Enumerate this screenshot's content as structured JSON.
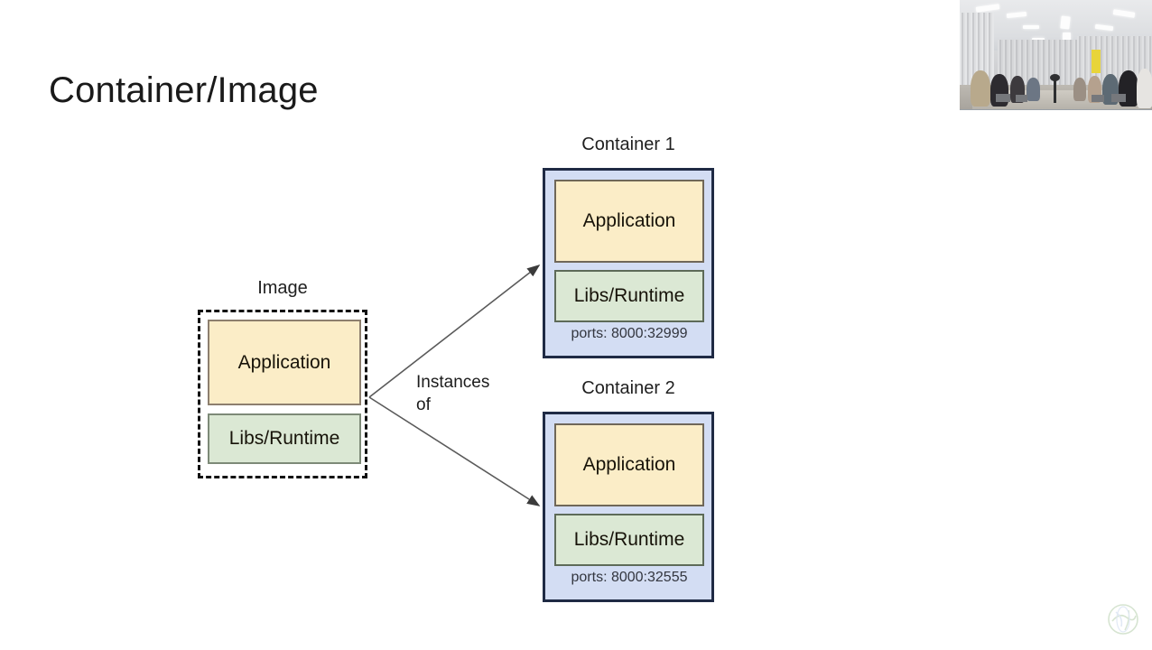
{
  "slide": {
    "title": "Container/Image",
    "background": "#ffffff"
  },
  "image_group": {
    "caption": "Image",
    "border_style": "dashed",
    "layers": [
      {
        "label": "Application",
        "fill": "#fbedc7"
      },
      {
        "label": "Libs/Runtime",
        "fill": "#dbe8d4"
      }
    ]
  },
  "annotation": {
    "instances_of": "Instances\nof",
    "line1": "Instances",
    "line2": "of"
  },
  "containers": [
    {
      "caption": "Container 1",
      "fill": "#d3ddf3",
      "layers": [
        {
          "label": "Application",
          "fill": "#fbedc7"
        },
        {
          "label": "Libs/Runtime",
          "fill": "#dbe8d4"
        }
      ],
      "ports": "ports: 8000:32999"
    },
    {
      "caption": "Container 2",
      "fill": "#d3ddf3",
      "layers": [
        {
          "label": "Application",
          "fill": "#fbedc7"
        },
        {
          "label": "Libs/Runtime",
          "fill": "#dbe8d4"
        }
      ],
      "ports": "ports: 8000:32555"
    }
  ],
  "colors": {
    "application_fill": "#fbedc7",
    "libs_fill": "#dbe8d4",
    "container_fill": "#d3ddf3",
    "container_border": "#1f2a44",
    "dashed_border": "#121212",
    "text": "#1a1a1a",
    "ports_text": "#33363f"
  },
  "overlays": {
    "webcam": "conference-room-webcam",
    "logo": "circular-globe-logo"
  }
}
